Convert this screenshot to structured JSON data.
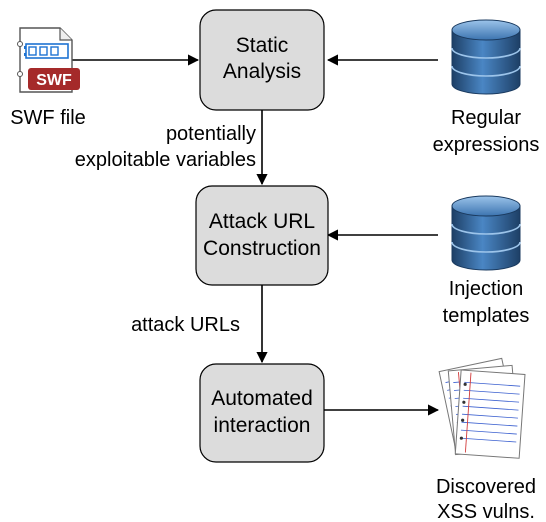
{
  "nodes": {
    "static_analysis": {
      "line1": "Static",
      "line2": "Analysis"
    },
    "attack_url": {
      "line1": "Attack URL",
      "line2": "Construction"
    },
    "automated": {
      "line1": "Automated",
      "line2": "interaction"
    }
  },
  "inputs": {
    "swf": {
      "badge": "SWF",
      "label": "SWF file"
    },
    "regex": {
      "line1": "Regular",
      "line2": "expressions"
    },
    "templates": {
      "line1": "Injection",
      "line2": "templates"
    }
  },
  "outputs": {
    "vulns": {
      "line1": "Discovered",
      "line2": "XSS vulns."
    }
  },
  "edges": {
    "static_to_attack": {
      "line1": "potentially",
      "line2": "exploitable variables"
    },
    "attack_to_auto": {
      "line1": "attack URLs"
    }
  },
  "colors": {
    "box_fill": "#dcdcdc",
    "db_blue": "#2d5f93",
    "swf_badge": "#a52a2a",
    "arrow": "#000000"
  }
}
